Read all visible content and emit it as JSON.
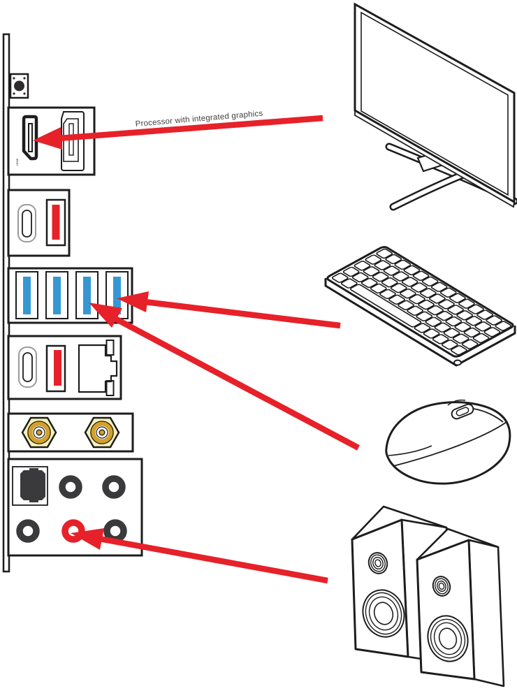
{
  "annotation": {
    "label": "Processor with integrated graphics"
  },
  "io_panel": {
    "tiny_port_label": "HDMI",
    "blocks": [
      {
        "name": "flash-bios-button"
      },
      {
        "name": "display-outputs",
        "ports": [
          "hdmi",
          "displayport"
        ]
      },
      {
        "name": "usb-block-upper",
        "ports": [
          "usb-c",
          "usb-a-red"
        ]
      },
      {
        "name": "usb3-block",
        "ports": [
          "usb3-blue-1",
          "usb3-blue-2",
          "usb3-blue-3",
          "usb3-blue-4"
        ]
      },
      {
        "name": "usb-lan-block",
        "ports": [
          "usb-c",
          "usb-a-red",
          "ethernet-rj45"
        ]
      },
      {
        "name": "wifi-antenna-block",
        "ports": [
          "sma-antenna-1",
          "sma-antenna-2"
        ]
      },
      {
        "name": "audio-block",
        "ports": [
          "optical-spdif",
          "jack-dark-1",
          "jack-dark-2",
          "jack-dark-3",
          "jack-line-out-red",
          "jack-dark-4"
        ]
      }
    ]
  },
  "peripherals": [
    "monitor",
    "keyboard",
    "mouse",
    "speakers"
  ],
  "connections": [
    {
      "from": "monitor",
      "to": "hdmi"
    },
    {
      "from": "keyboard",
      "to": "usb3-blue-4"
    },
    {
      "from": "mouse",
      "to": "usb3-blue-3"
    },
    {
      "from": "speakers",
      "to": "jack-line-out-red"
    }
  ],
  "colors": {
    "arrow_red": "#e62129",
    "usb_blue": "#3598d4",
    "port_red": "#e62129",
    "antenna_gold": "#d4a02a",
    "antenna_pale": "#f7f2b4",
    "jack_dark": "#3a3a3c",
    "outline": "#1d1d1f",
    "label_text": "#3f3f3f"
  }
}
